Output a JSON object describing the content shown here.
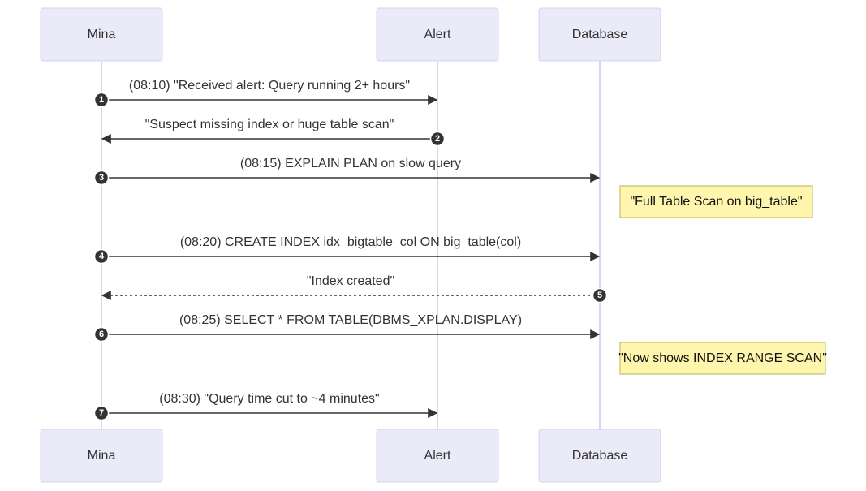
{
  "participants": [
    {
      "id": "mina",
      "label": "Mina"
    },
    {
      "id": "alert",
      "label": "Alert"
    },
    {
      "id": "database",
      "label": "Database"
    }
  ],
  "messages": [
    {
      "num": "1",
      "from": "mina",
      "to": "alert",
      "text": "(08:10) \"Received alert: Query running 2+ hours\"",
      "style": "solid"
    },
    {
      "num": "2",
      "from": "alert",
      "to": "mina",
      "text": "\"Suspect missing index or huge table scan\"",
      "style": "solid"
    },
    {
      "num": "3",
      "from": "mina",
      "to": "database",
      "text": "(08:15) EXPLAIN PLAN on slow query",
      "style": "solid"
    },
    {
      "num": "4",
      "from": "mina",
      "to": "database",
      "text": "(08:20) CREATE INDEX idx_bigtable_col ON big_table(col)",
      "style": "solid"
    },
    {
      "num": "5",
      "from": "database",
      "to": "mina",
      "text": "\"Index created\"",
      "style": "dashed"
    },
    {
      "num": "6",
      "from": "mina",
      "to": "database",
      "text": "(08:25) SELECT * FROM TABLE(DBMS_XPLAN.DISPLAY)",
      "style": "solid"
    },
    {
      "num": "7",
      "from": "mina",
      "to": "alert",
      "text": "(08:30) \"Query time cut to ~4 minutes\"",
      "style": "solid"
    }
  ],
  "notes": [
    {
      "participant": "database",
      "text": "\"Full Table Scan on big_table\""
    },
    {
      "participant": "database",
      "text": "\"Now shows INDEX RANGE SCAN\""
    }
  ],
  "colors": {
    "actor_fill": "#eaeaf9",
    "actor_border": "#d3d3f2",
    "lifeline": "#d9d6ef",
    "line": "#333333",
    "note_fill": "#fff5ad",
    "note_border": "#b8b460"
  }
}
